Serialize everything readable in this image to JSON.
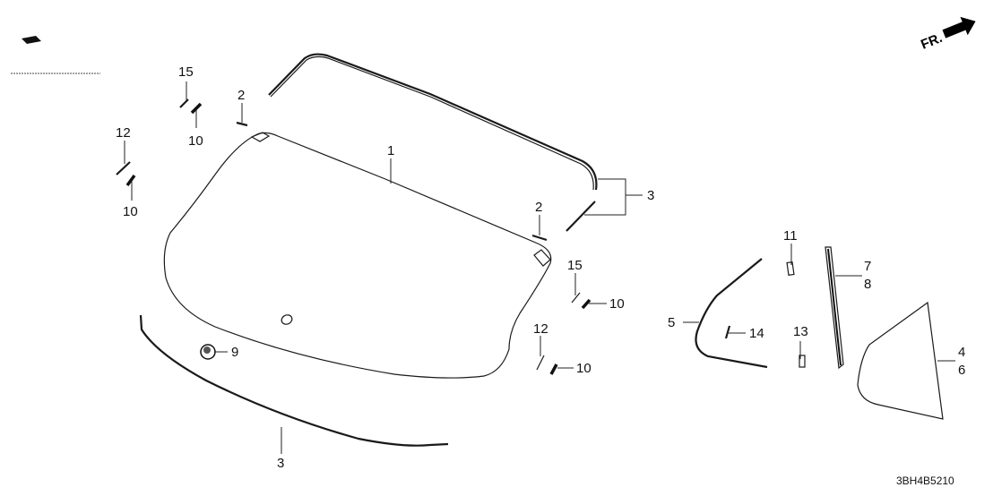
{
  "diagram": {
    "code": "3BH4B5210",
    "direction_label": "FR.",
    "callouts": [
      {
        "id": "c1",
        "label": "1",
        "part": "rear-windshield-glass"
      },
      {
        "id": "c2a",
        "label": "2",
        "part": "spacer-upper-left"
      },
      {
        "id": "c2b",
        "label": "2",
        "part": "spacer-right"
      },
      {
        "id": "c3a",
        "label": "3",
        "part": "upper-molding"
      },
      {
        "id": "c3b",
        "label": "3",
        "part": "lower-molding"
      },
      {
        "id": "c4",
        "label": "4",
        "part": "quarter-glass"
      },
      {
        "id": "c6",
        "label": "6",
        "part": "quarter-glass-alt"
      },
      {
        "id": "c5",
        "label": "5",
        "part": "quarter-glass-molding"
      },
      {
        "id": "c7",
        "label": "7",
        "part": "pillar-garnish"
      },
      {
        "id": "c8",
        "label": "8",
        "part": "pillar-garnish-alt"
      },
      {
        "id": "c9",
        "label": "9",
        "part": "grommet"
      },
      {
        "id": "c10a",
        "label": "10",
        "part": "fastener-upper"
      },
      {
        "id": "c10b",
        "label": "10",
        "part": "fastener-left"
      },
      {
        "id": "c10c",
        "label": "10",
        "part": "fastener-right-upper"
      },
      {
        "id": "c10d",
        "label": "10",
        "part": "fastener-right-lower"
      },
      {
        "id": "c11",
        "label": "11",
        "part": "clip-upper"
      },
      {
        "id": "c12a",
        "label": "12",
        "part": "dam-left"
      },
      {
        "id": "c12b",
        "label": "12",
        "part": "dam-right"
      },
      {
        "id": "c13",
        "label": "13",
        "part": "clip-lower"
      },
      {
        "id": "c14",
        "label": "14",
        "part": "clip-molding"
      },
      {
        "id": "c15a",
        "label": "15",
        "part": "dam-upper"
      },
      {
        "id": "c15b",
        "label": "15",
        "part": "dam-right-upper"
      }
    ]
  }
}
